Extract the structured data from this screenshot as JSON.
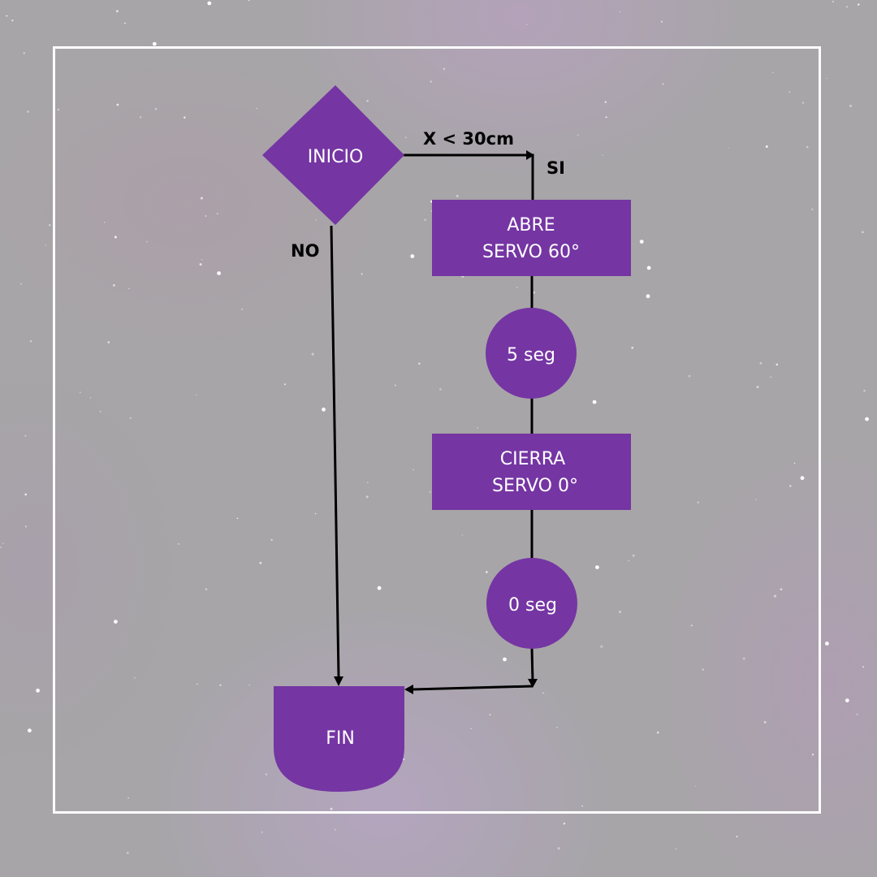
{
  "colors": {
    "node_fill": "#7535a3",
    "node_text": "#ffffff",
    "edge": "#000000",
    "frame": "#ffffff",
    "background": "#a7a5a8"
  },
  "nodes": {
    "start": {
      "label": "INICIO",
      "shape": "diamond"
    },
    "open_servo": {
      "lines": [
        "ABRE",
        "SERVO 60°"
      ],
      "shape": "rectangle"
    },
    "wait_5": {
      "label": "5 seg",
      "shape": "circle"
    },
    "close_servo": {
      "lines": [
        "CIERRA",
        "SERVO 0°"
      ],
      "shape": "rectangle"
    },
    "wait_0": {
      "label": "0 seg",
      "shape": "circle"
    },
    "end": {
      "label": "FIN",
      "shape": "delay"
    }
  },
  "edges": {
    "condition_label": "X < 30cm",
    "yes_label": "SI",
    "no_label": "NO"
  }
}
